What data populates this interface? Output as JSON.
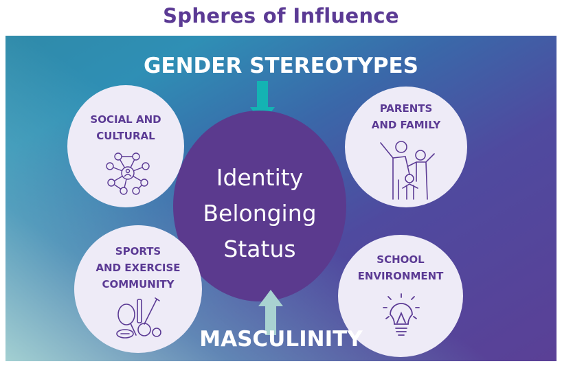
{
  "title": "Spheres of Influence",
  "top_label": "GENDER STEREOTYPES",
  "bottom_label": "MASCULINITY",
  "center": {
    "line1": "Identity",
    "line2": "Belonging",
    "line3": "Status"
  },
  "spheres": {
    "social": {
      "line1": "SOCIAL AND",
      "line2": "CULTURAL",
      "icon": "people-network-icon"
    },
    "parents": {
      "line1": "PARENTS",
      "line2": "AND FAMILY",
      "icon": "family-icon"
    },
    "sports": {
      "line1": "SPORTS",
      "line2": "AND EXERCISE",
      "line3": "COMMUNITY",
      "icon": "sports-equipment-icon"
    },
    "school": {
      "line1": "SCHOOL",
      "line2": "ENVIRONMENT",
      "icon": "lightbulb-icon"
    }
  },
  "colors": {
    "title": "#5b3a94",
    "center": "#5b3a8e",
    "sphere_bg": "#eeebf7",
    "top_arrow": "#14b3b3",
    "bottom_arrow": "#a9d2d1"
  }
}
